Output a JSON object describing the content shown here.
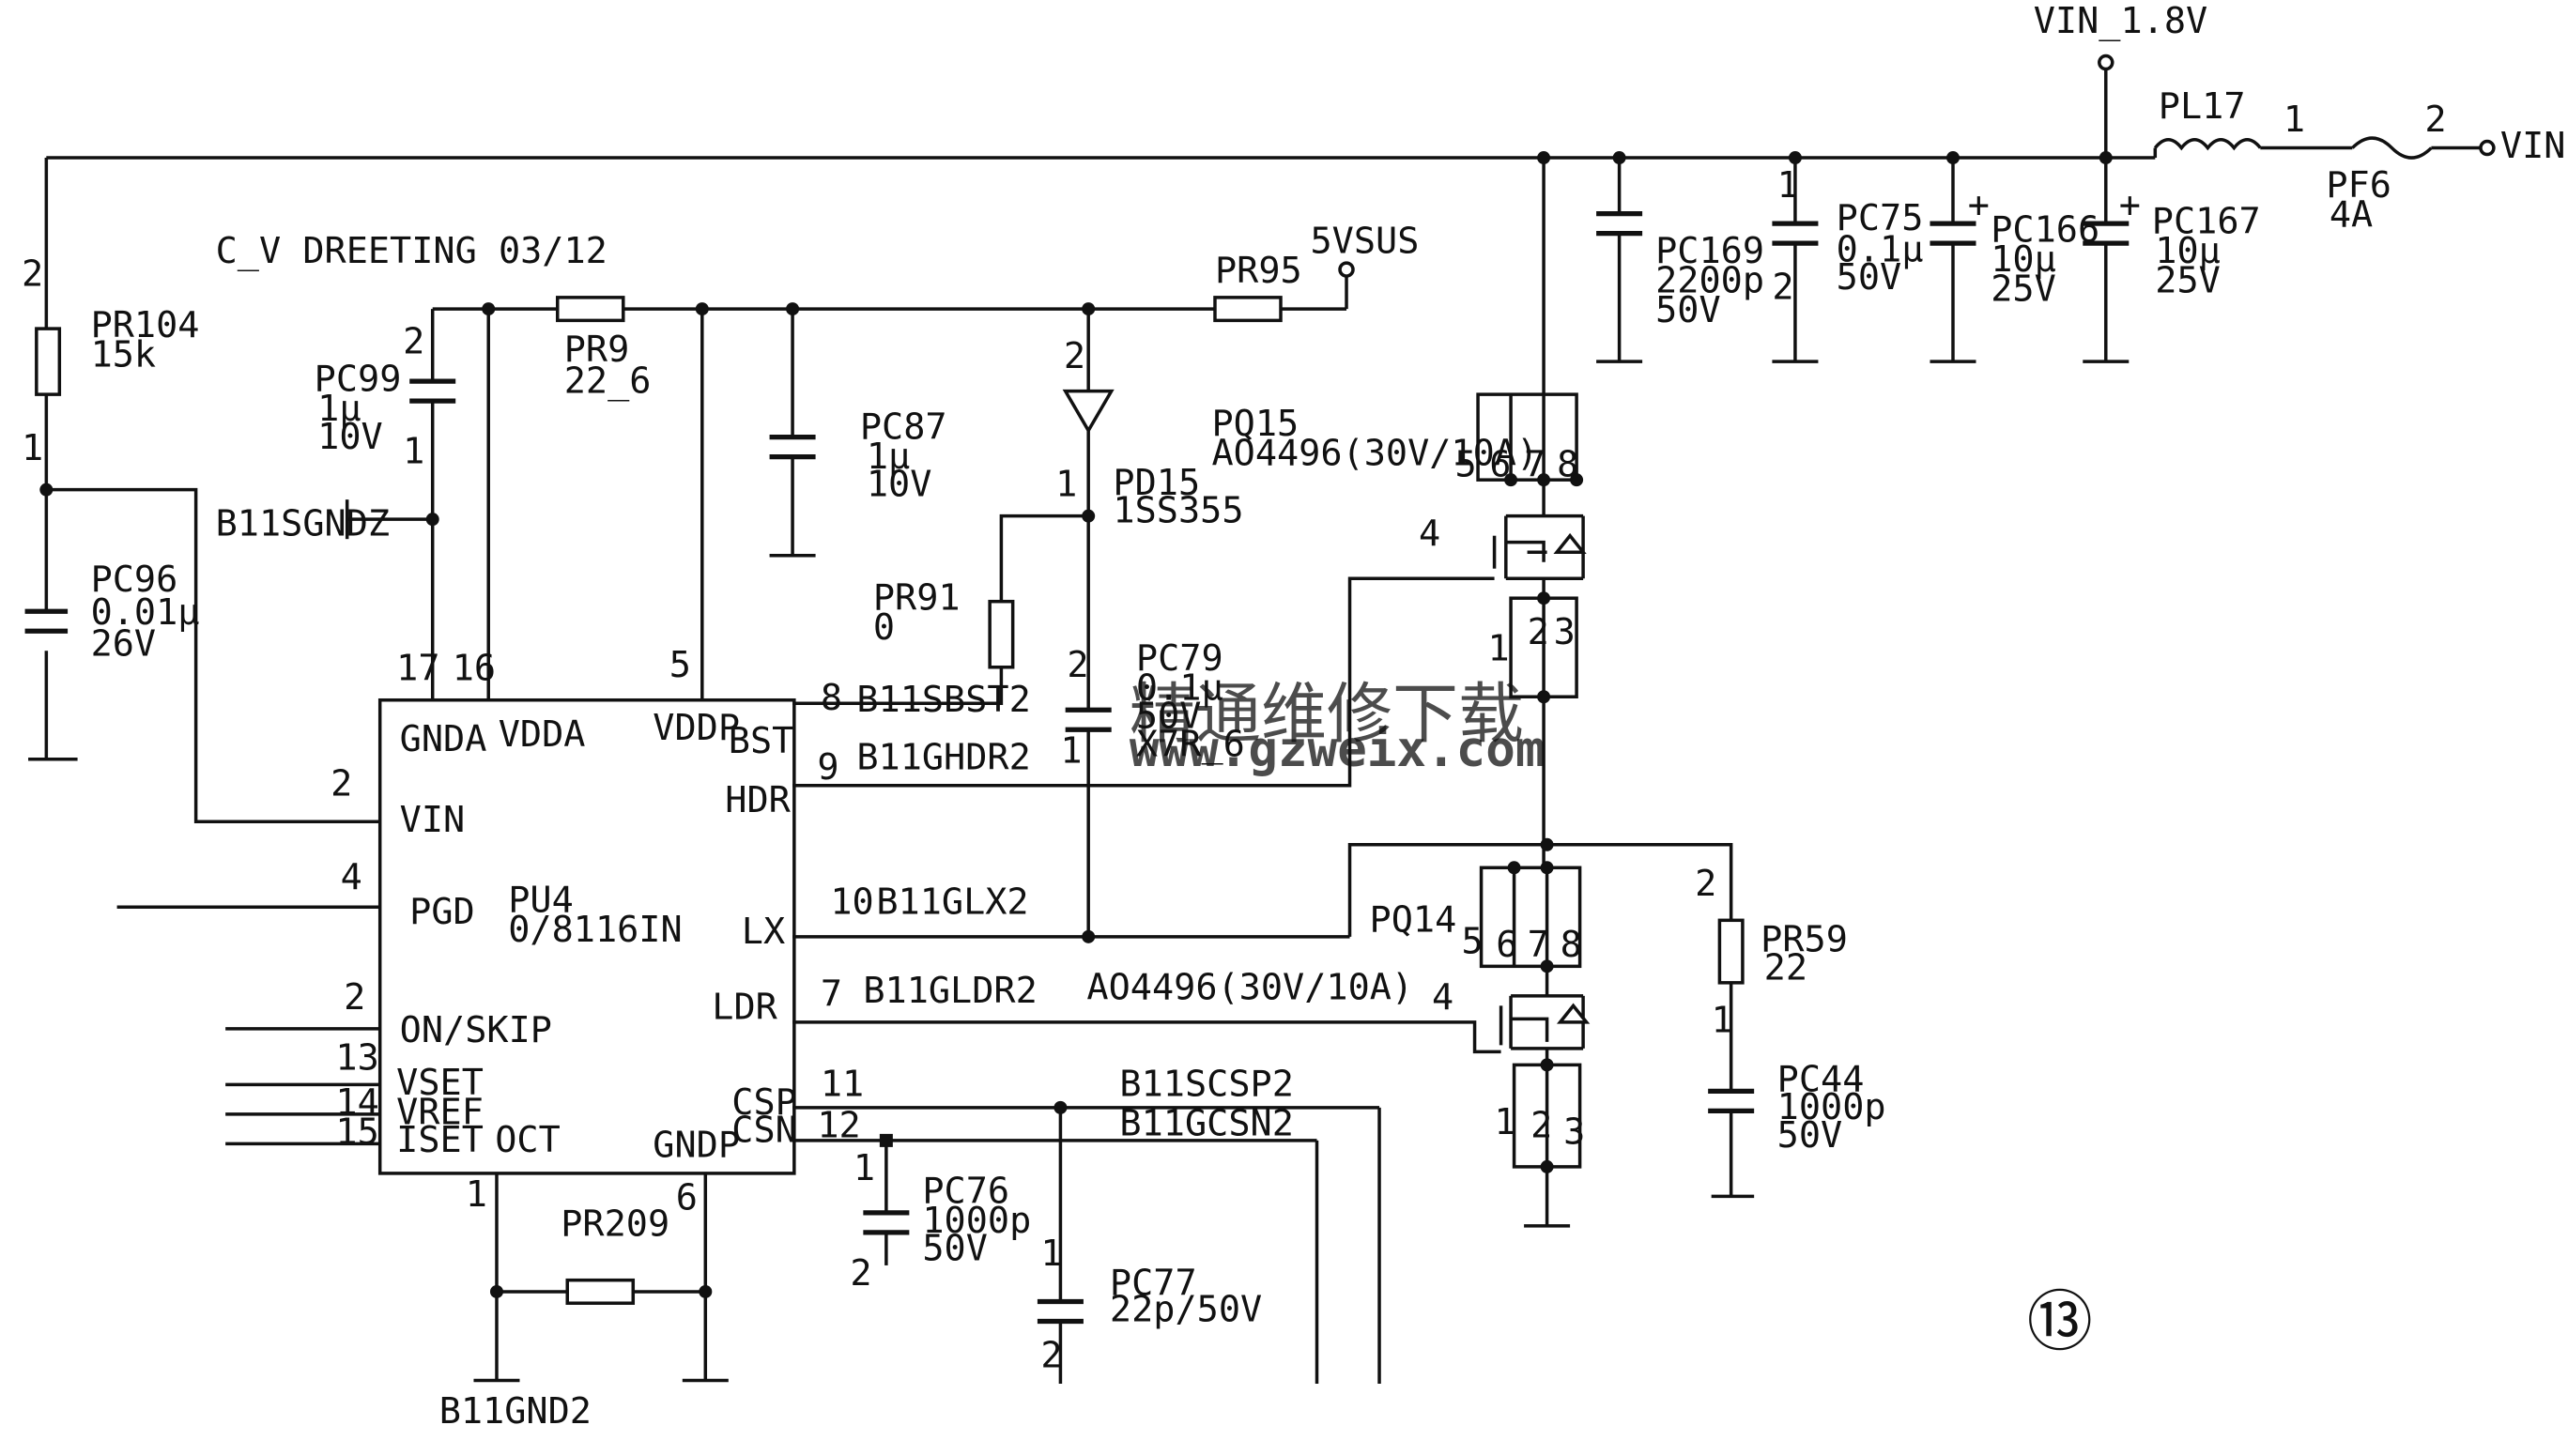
{
  "nets": {
    "vin_1v8": "VIN_1.8V",
    "vin": "VIN",
    "five_vsus": "5VSUS",
    "b11sgndz": "B11SGNDZ",
    "b11gnd2": "B11GND2",
    "b11sbst2": "B11SBST2",
    "b11ghdr2": "B11GHDR2",
    "b11glx2": "B11GLX2",
    "b11gldr2": "B11GLDR2",
    "b11scsp2": "B11SCSP2",
    "b11gcsn2": "B11GCSN2"
  },
  "note": "C_V DREETING 03/12",
  "ic": {
    "ref": "PU4",
    "part": "0/8116IN",
    "pins": {
      "gnda": "GNDA",
      "vdda": "VDDA",
      "vddp": "VDDP",
      "bst": "BST",
      "vin": "VIN",
      "hdr": "HDR",
      "pgd": "PGD",
      "lx": "LX",
      "onskip": "ON/SKIP",
      "ldr": "LDR",
      "vset": "VSET",
      "vref": "VREF",
      "iset": "ISET",
      "ocp": "OCT",
      "gndp": "GNDP",
      "csp": "CSP",
      "csn": "CSN"
    },
    "pin_numbers": {
      "n17": "17",
      "n16": "16",
      "n5": "5",
      "n8": "8",
      "n2": "2",
      "n9": "9",
      "n4": "4",
      "n10": "10",
      "n2b": "2",
      "n7": "7",
      "n13": "13",
      "n14": "14",
      "n15": "15",
      "n11": "11",
      "n12": "12",
      "n1": "1",
      "n6": "6"
    }
  },
  "components": {
    "pr104": {
      "ref": "PR104",
      "value": "15k"
    },
    "pc96": {
      "ref": "PC96",
      "value": "0.01μ",
      "rating": "26V"
    },
    "pc99": {
      "ref": "PC99",
      "value": "1μ",
      "rating": "10V"
    },
    "pr9": {
      "ref": "PR9",
      "value": "22_6"
    },
    "pc87": {
      "ref": "PC87",
      "value": "1μ",
      "rating": "10V"
    },
    "pr95": {
      "ref": "PR95"
    },
    "pd15": {
      "ref": "PD15",
      "value": "1SS355"
    },
    "pr91": {
      "ref": "PR91",
      "value": "0"
    },
    "pc79": {
      "ref": "PC79",
      "value": "0.1μ",
      "rating": "50V",
      "extra": "X7R_6"
    },
    "pq15": {
      "ref": "PQ15",
      "value": "AO4496(30V/10A)"
    },
    "pq14": {
      "ref": "PQ14",
      "value": "AO4496(30V/10A)"
    },
    "pr59": {
      "ref": "PR59",
      "value": "22"
    },
    "pc44": {
      "ref": "PC44",
      "value": "1000p",
      "rating": "50V"
    },
    "pc169": {
      "ref": "PC169",
      "value": "2200p",
      "rating": "50V"
    },
    "pc75": {
      "ref": "PC75",
      "value": "0.1μ",
      "rating": "50V"
    },
    "pc166": {
      "ref": "PC166",
      "value": "10μ",
      "rating": "25V"
    },
    "pc167": {
      "ref": "PC167",
      "value": "10μ",
      "rating": "25V"
    },
    "pl17": {
      "ref": "PL17"
    },
    "pf6": {
      "ref": "PF6",
      "value": "4A"
    },
    "pr209": {
      "ref": "PR209"
    },
    "pc76": {
      "ref": "PC76",
      "value": "1000p",
      "rating": "50V"
    },
    "pc77": {
      "ref": "PC77",
      "value": "22p/50V"
    }
  },
  "watermark": {
    "cn": "精通维修下载",
    "url": "www.gzweix.com"
  },
  "page_mark": "⑬"
}
